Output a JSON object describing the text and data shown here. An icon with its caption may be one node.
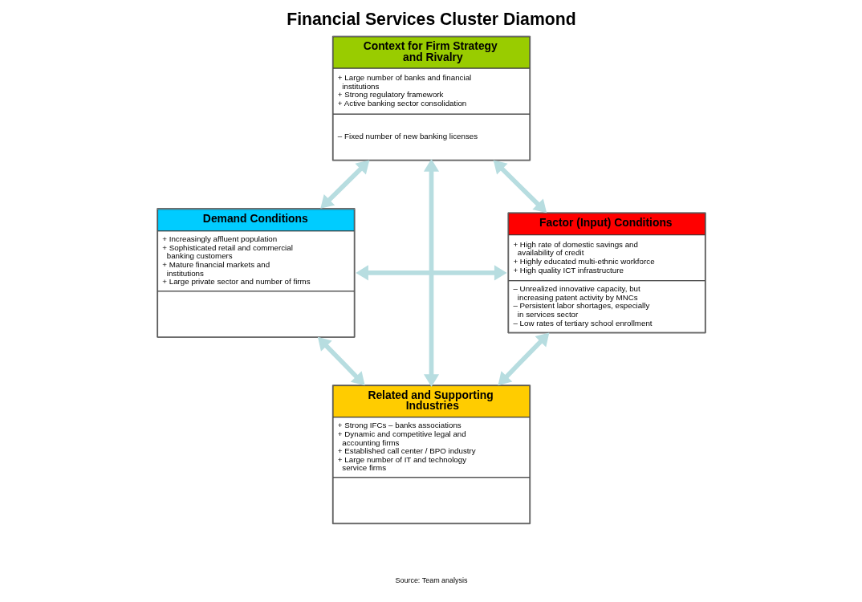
{
  "diagram": {
    "title": "Financial Services Cluster Diamond",
    "nodes": [
      {
        "text": [
          "Context for Firm Strategy and Rivalry",
          "+ Large number of banks and financial institutions",
          "+ Strong regulatory framework",
          "+ Active banking sector consolidation",
          "– Fixed number of new banking licenses"
        ]
      },
      {
        "text": [
          "Factor (Input) Conditions",
          "+ High rate of domestic savings and availability of credit",
          "+ Highly educated multi-ethnic workforce",
          "+ High quality ICT infrastructure",
          "– Unrealized innovative capacity, but increasing patent activity by MNCs",
          "– Persistent labor shortages, especially in services sector",
          "– Low rates of tertiary school enrollment"
        ]
      },
      {
        "text": [
          "Demand Conditions",
          "+ Increasingly affluent population",
          "+ Sophisticated retail and commercial banking customers",
          "+ Mature financial markets and institutions",
          "+ Large private sector and number of firms"
        ]
      },
      {
        "text": [
          "Related and Supporting Industries",
          "+ Strong IFCs – banks associations",
          "+ Dynamic and competitive legal and accounting firms",
          "+ Established call center / BPO industry",
          "+ Large number of IT and technology service firms"
        ]
      }
    ],
    "edges": [
      {
        "from": 1,
        "to": 0,
        "arrow": "both"
      },
      {
        "from": 0,
        "to": 2,
        "arrow": "both"
      },
      {
        "from": 0,
        "to": 3,
        "arrow": "both"
      },
      {
        "from": 1,
        "to": 2,
        "arrow": "both"
      },
      {
        "from": 1,
        "to": 3,
        "arrow": "both"
      },
      {
        "from": 3,
        "to": 2,
        "arrow": "both"
      }
    ],
    "labels": [
      "Source: Team analysis"
    ]
  }
}
